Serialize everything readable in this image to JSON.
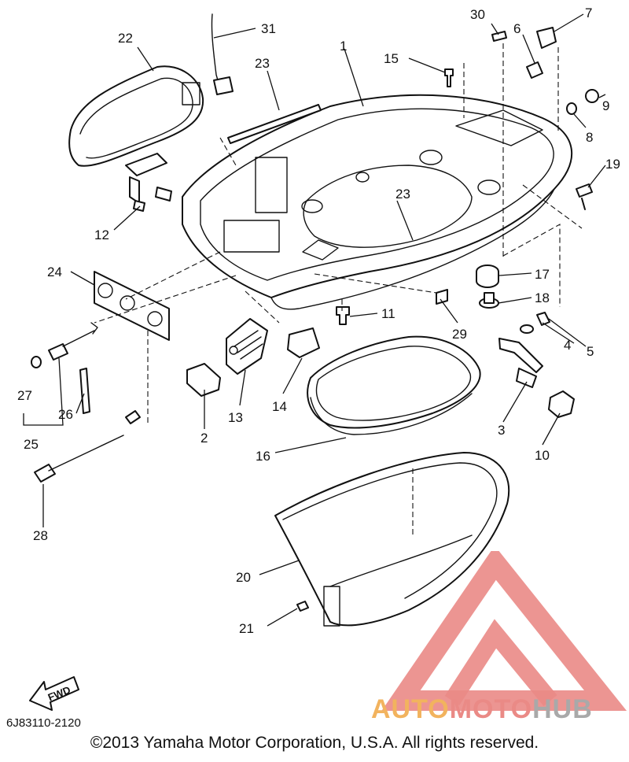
{
  "diagram": {
    "callouts": [
      "1",
      "2",
      "3",
      "4",
      "5",
      "6",
      "7",
      "8",
      "9",
      "10",
      "11",
      "12",
      "13",
      "14",
      "15",
      "16",
      "17",
      "18",
      "19",
      "20",
      "21",
      "22",
      "23",
      "23",
      "24",
      "25",
      "26",
      "27",
      "28",
      "29",
      "30",
      "31"
    ],
    "fwd_label": "FWD",
    "part_code": "6J83110-2120",
    "copyright": "©2013 Yamaha Motor Corporation, U.S.A. All rights reserved."
  },
  "watermark": {
    "word_part1": "AUTO",
    "word_part2": "MOTO",
    "word_part3": "HUB",
    "colors": {
      "orange": "#f2b35e",
      "red": "#ea8a86",
      "gray": "#a9a9a9"
    }
  }
}
